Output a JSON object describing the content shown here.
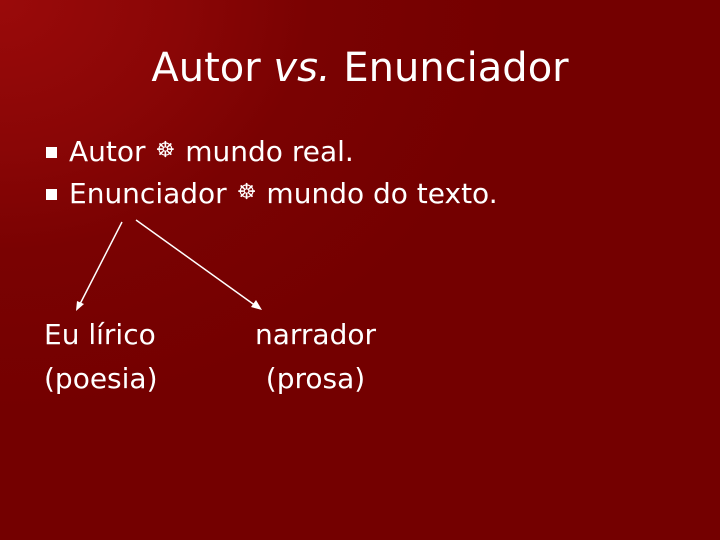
{
  "slide": {
    "title_part1": "Autor ",
    "title_em": "vs.",
    "title_part2": " Enunciador",
    "bullets": [
      {
        "term": "Autor",
        "connector_icon": "wheel-of-dharma-icon",
        "connector_glyph": "☸",
        "rest": "mundo real."
      },
      {
        "term": "Enunciador",
        "connector_icon": "wheel-of-dharma-icon",
        "connector_glyph": "☸",
        "rest": "mundo do texto."
      }
    ],
    "left_branch": {
      "line1": "Eu lírico",
      "line2": "(poesia)"
    },
    "right_branch": {
      "line1": "narrador",
      "line2": "(prosa)"
    }
  },
  "colors": {
    "background": "#7a0202",
    "text": "#ffffff"
  }
}
